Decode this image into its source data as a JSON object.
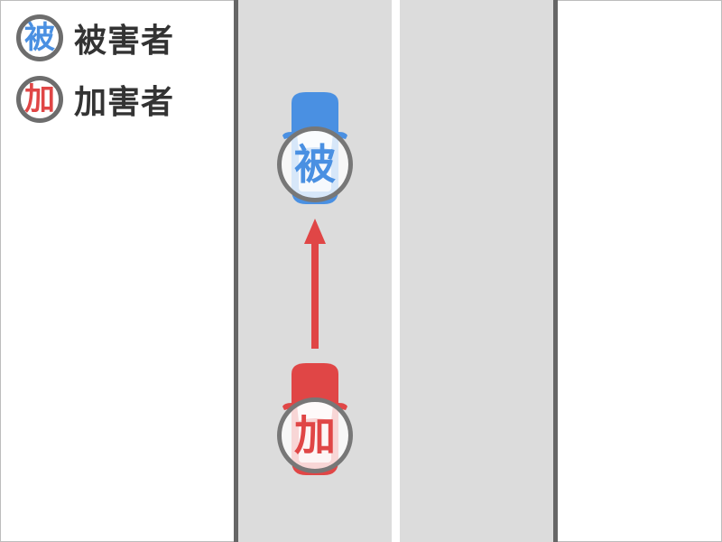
{
  "legend": {
    "items": [
      {
        "badge": "被",
        "label": "被害者",
        "color": "#4a90e2"
      },
      {
        "badge": "加",
        "label": "加害者",
        "color": "#e04646"
      }
    ]
  },
  "road": {
    "surface_color": "#dcdcdc",
    "edge_color": "#666666",
    "center_line_color": "#ffffff"
  },
  "vehicles": [
    {
      "role": "victim",
      "badge": "被",
      "color": "#4a90e2",
      "direction": "up"
    },
    {
      "role": "offender",
      "badge": "加",
      "color": "#e04646",
      "direction": "up"
    }
  ],
  "arrow": {
    "color": "#e04646",
    "direction": "up"
  }
}
